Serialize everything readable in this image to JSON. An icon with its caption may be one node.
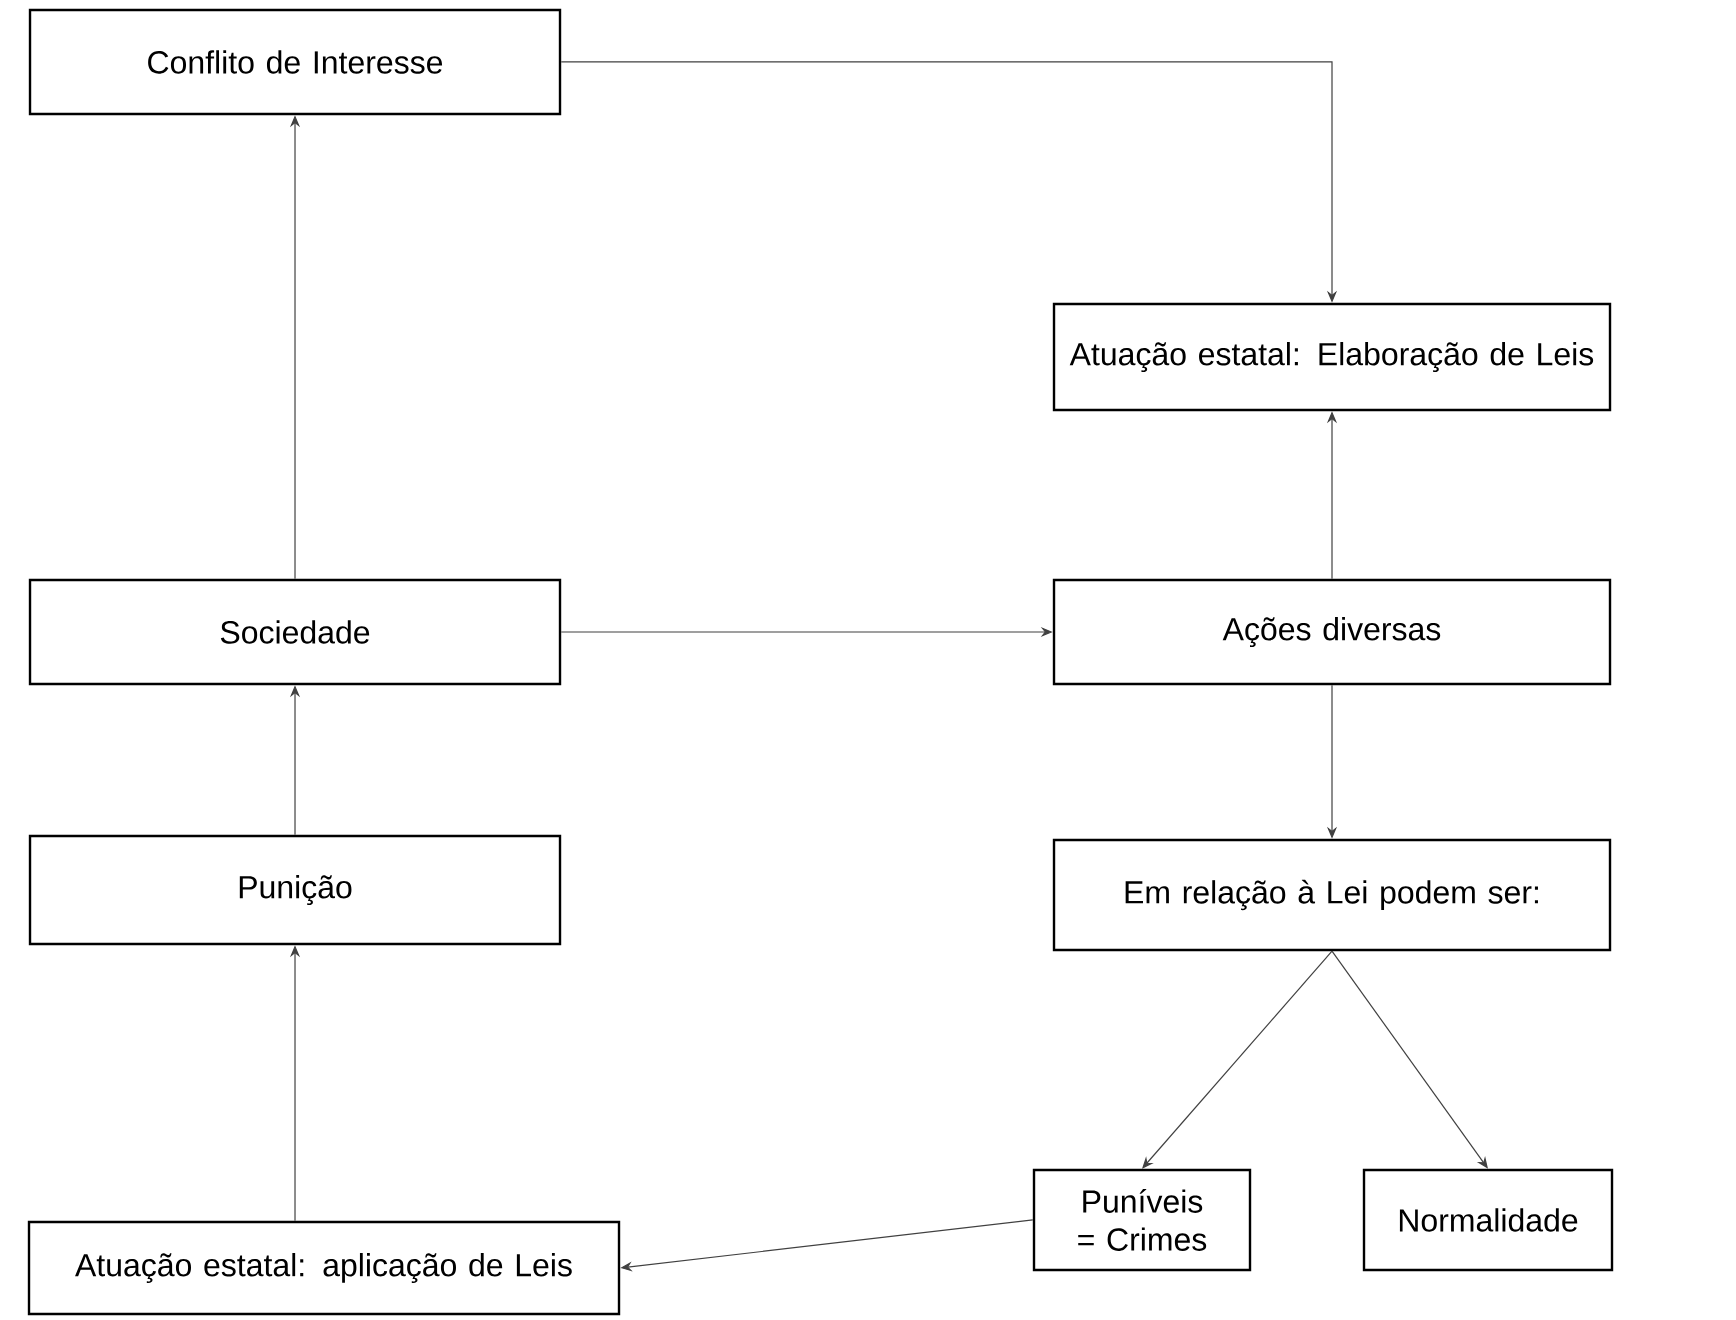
{
  "diagram": {
    "nodes": [
      {
        "text": [
          "Conflito de Interesse"
        ]
      },
      {
        "text": [
          "Atuação estatal: Elaboração de Leis"
        ]
      },
      {
        "text": [
          "Sociedade"
        ]
      },
      {
        "text": [
          "Ações diversas"
        ]
      },
      {
        "text": [
          "Em relação à Lei podem ser:"
        ]
      },
      {
        "text": [
          "Punição"
        ]
      },
      {
        "text": [
          "Puníveis = Crimes"
        ]
      },
      {
        "text": [
          "Normalidade"
        ]
      },
      {
        "text": [
          "Atuação estatal: aplicação de Leis"
        ]
      }
    ],
    "edges": [
      {
        "from": 2,
        "to": 0,
        "arrow": "to"
      },
      {
        "from": 0,
        "to": 1,
        "arrow": "to"
      },
      {
        "from": 3,
        "to": 1,
        "arrow": "to"
      },
      {
        "from": 2,
        "to": 3,
        "arrow": "to"
      },
      {
        "from": 3,
        "to": 4,
        "arrow": "to"
      },
      {
        "from": 4,
        "to": 6,
        "arrow": "to"
      },
      {
        "from": 4,
        "to": 7,
        "arrow": "to"
      },
      {
        "from": 6,
        "to": 8,
        "arrow": "to"
      },
      {
        "from": 8,
        "to": 5,
        "arrow": "to"
      },
      {
        "from": 5,
        "to": 2,
        "arrow": "to"
      }
    ]
  }
}
